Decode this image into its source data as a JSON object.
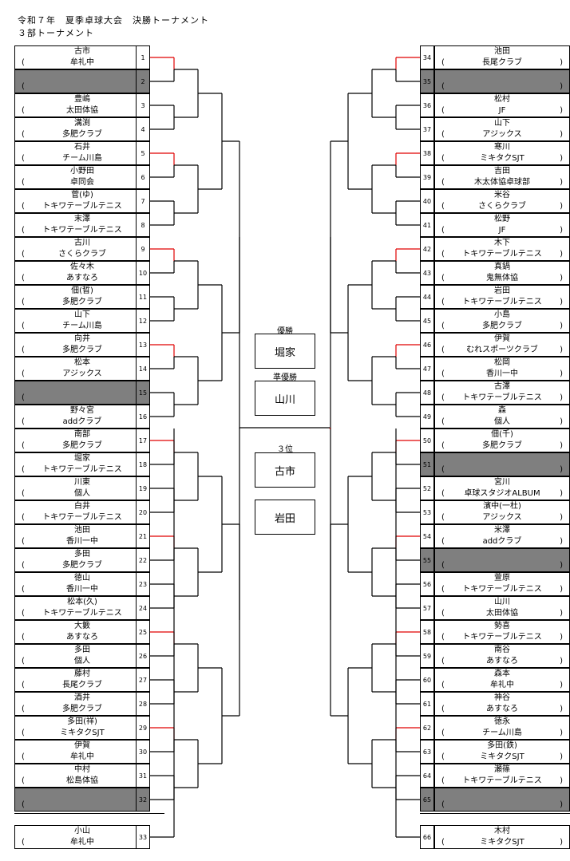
{
  "header": {
    "title": "令和７年　夏季卓球大会　決勝トーナメント",
    "subtitle": "３部トーナメント"
  },
  "left": [
    {
      "n": "1",
      "name": "古市",
      "club": "牟礼中"
    },
    {
      "n": "2",
      "name": "",
      "club": "",
      "bye": true
    },
    {
      "n": "3",
      "name": "豊嶋",
      "club": "太田体協"
    },
    {
      "n": "4",
      "name": "溝渕",
      "club": "多肥クラブ"
    },
    {
      "n": "5",
      "name": "石井",
      "club": "チーム川島"
    },
    {
      "n": "6",
      "name": "小野田",
      "club": "卓同会"
    },
    {
      "n": "7",
      "name": "菅(ゆ)",
      "club": "トキワテーブルテニス"
    },
    {
      "n": "8",
      "name": "末澤",
      "club": "トキワテーブルテニス"
    },
    {
      "n": "9",
      "name": "古川",
      "club": "さくらクラブ"
    },
    {
      "n": "10",
      "name": "佐々木",
      "club": "あすなろ"
    },
    {
      "n": "11",
      "name": "佃(晢)",
      "club": "多肥クラブ"
    },
    {
      "n": "12",
      "name": "山下",
      "club": "チーム川島"
    },
    {
      "n": "13",
      "name": "向井",
      "club": "多肥クラブ"
    },
    {
      "n": "14",
      "name": "松本",
      "club": "アジックス"
    },
    {
      "n": "15",
      "name": "",
      "club": "",
      "bye": true
    },
    {
      "n": "16",
      "name": "野々宮",
      "club": "addクラブ"
    },
    {
      "n": "17",
      "name": "南部",
      "club": "多肥クラブ"
    },
    {
      "n": "18",
      "name": "堀家",
      "club": "トキワテーブルテニス"
    },
    {
      "n": "19",
      "name": "川東",
      "club": "個人"
    },
    {
      "n": "20",
      "name": "白井",
      "club": "トキワテーブルテニス"
    },
    {
      "n": "21",
      "name": "池田",
      "club": "香川一中"
    },
    {
      "n": "22",
      "name": "多田",
      "club": "多肥クラブ"
    },
    {
      "n": "23",
      "name": "徳山",
      "club": "香川一中"
    },
    {
      "n": "24",
      "name": "松本(久)",
      "club": "トキワテーブルテニス"
    },
    {
      "n": "25",
      "name": "大籔",
      "club": "あすなろ"
    },
    {
      "n": "26",
      "name": "多田",
      "club": "個人"
    },
    {
      "n": "27",
      "name": "藤村",
      "club": "長尾クラブ"
    },
    {
      "n": "28",
      "name": "酒井",
      "club": "多肥クラブ"
    },
    {
      "n": "29",
      "name": "多田(祥)",
      "club": "ミキタクSJT"
    },
    {
      "n": "30",
      "name": "伊賀",
      "club": "牟礼中"
    },
    {
      "n": "31",
      "name": "中村",
      "club": "松島体協"
    },
    {
      "n": "32",
      "name": "",
      "club": "",
      "bye": true
    },
    {
      "n": "33",
      "name": "小山",
      "club": "牟礼中"
    }
  ],
  "right": [
    {
      "n": "34",
      "name": "池田",
      "club": "長尾クラブ"
    },
    {
      "n": "35",
      "name": "",
      "club": "",
      "bye": true
    },
    {
      "n": "36",
      "name": "松村",
      "club": "JF"
    },
    {
      "n": "37",
      "name": "山下",
      "club": "アジックス"
    },
    {
      "n": "38",
      "name": "寒川",
      "club": "ミキタクSJT"
    },
    {
      "n": "39",
      "name": "吉田",
      "club": "木太体協卓球部"
    },
    {
      "n": "40",
      "name": "米谷",
      "club": "さくらクラブ"
    },
    {
      "n": "41",
      "name": "松野",
      "club": "JF"
    },
    {
      "n": "42",
      "name": "木下",
      "club": "トキワテーブルテニス"
    },
    {
      "n": "43",
      "name": "真鍋",
      "club": "鬼無体協"
    },
    {
      "n": "44",
      "name": "岩田",
      "club": "トキワテーブルテニス"
    },
    {
      "n": "45",
      "name": "小島",
      "club": "多肥クラブ"
    },
    {
      "n": "46",
      "name": "伊賀",
      "club": "むれスポーツクラブ"
    },
    {
      "n": "47",
      "name": "松岡",
      "club": "香川一中"
    },
    {
      "n": "48",
      "name": "古澤",
      "club": "トキワテーブルテニス"
    },
    {
      "n": "49",
      "name": "森",
      "club": "個人"
    },
    {
      "n": "50",
      "name": "佃(千)",
      "club": "多肥クラブ"
    },
    {
      "n": "51",
      "name": "",
      "club": "",
      "bye": true
    },
    {
      "n": "52",
      "name": "宮川",
      "club": "卓球スタジオALBUM"
    },
    {
      "n": "53",
      "name": "濱中(一杜)",
      "club": "アジックス"
    },
    {
      "n": "54",
      "name": "米澤",
      "club": "addクラブ"
    },
    {
      "n": "55",
      "name": "",
      "club": "",
      "bye": true
    },
    {
      "n": "56",
      "name": "萱原",
      "club": "トキワテーブルテニス"
    },
    {
      "n": "57",
      "name": "山川",
      "club": "太田体協"
    },
    {
      "n": "58",
      "name": "勢喜",
      "club": "トキワテーブルテニス"
    },
    {
      "n": "59",
      "name": "南谷",
      "club": "あすなろ"
    },
    {
      "n": "60",
      "name": "森本",
      "club": "牟礼中"
    },
    {
      "n": "61",
      "name": "神谷",
      "club": "あすなろ"
    },
    {
      "n": "62",
      "name": "徳永",
      "club": "チーム川島"
    },
    {
      "n": "63",
      "name": "多田(鉄)",
      "club": "ミキタクSJT"
    },
    {
      "n": "64",
      "name": "瀬篠",
      "club": "トキワテーブルテニス"
    },
    {
      "n": "65",
      "name": "",
      "club": "",
      "bye": true
    },
    {
      "n": "66",
      "name": "木村",
      "club": "ミキタクSJT"
    }
  ],
  "results": {
    "champion_label": "優勝",
    "champion": "堀家",
    "runnerup_label": "準優勝",
    "runnerup": "山川",
    "third_label": "３位",
    "third": [
      "古市",
      "岩田"
    ]
  }
}
